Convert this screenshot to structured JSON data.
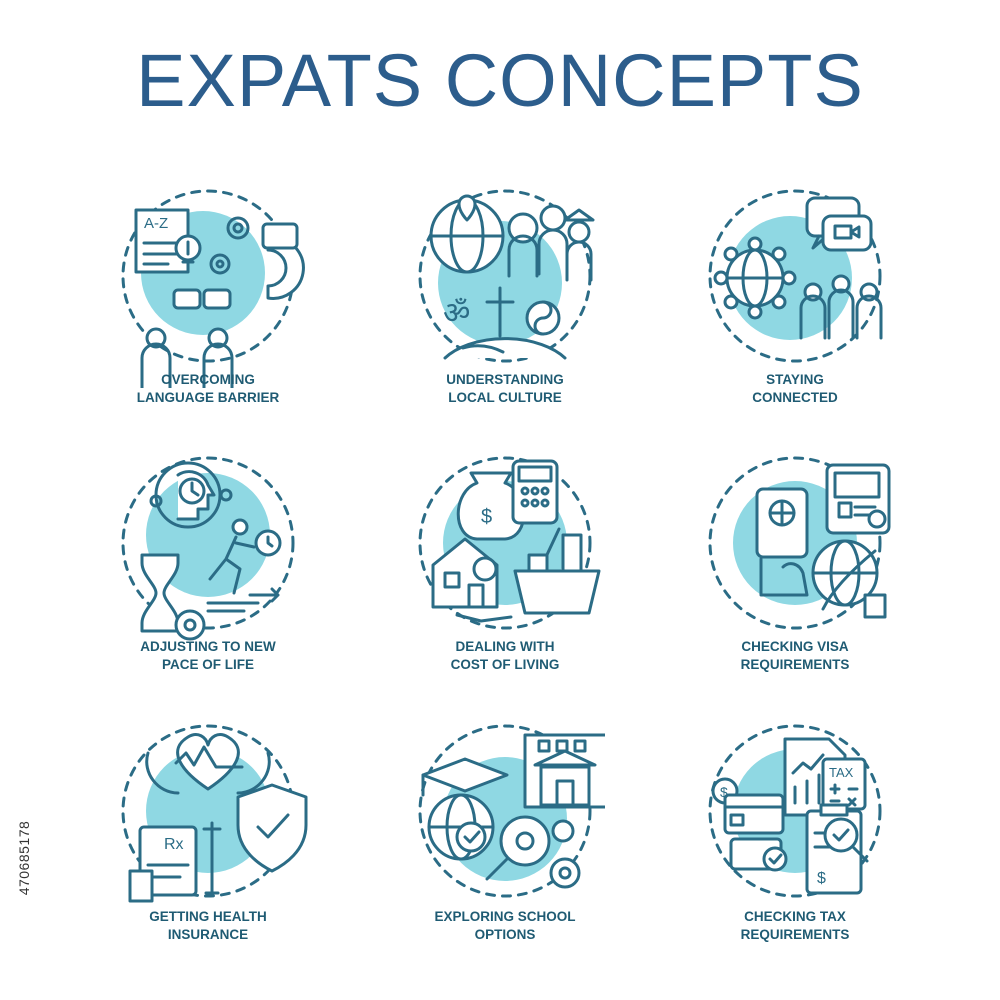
{
  "title": "EXPATS CONCEPTS",
  "colors": {
    "title": "#2c5d8c",
    "stroke": "#2b6c86",
    "accent": "#8fd8e3",
    "caption": "#1f5b73"
  },
  "concepts": [
    {
      "icon": "language-barrier-icon",
      "line1": "OVERCOMING",
      "line2": "LANGUAGE BARRIER",
      "glyph_text": "A-Z"
    },
    {
      "icon": "local-culture-icon",
      "line1": "UNDERSTANDING",
      "line2": "LOCAL CULTURE"
    },
    {
      "icon": "staying-connected-icon",
      "line1": "STAYING",
      "line2": "CONNECTED"
    },
    {
      "icon": "pace-of-life-icon",
      "line1": "ADJUSTING TO NEW",
      "line2": "PACE OF LIFE"
    },
    {
      "icon": "cost-of-living-icon",
      "line1": "DEALING WITH",
      "line2": "COST OF LIVING"
    },
    {
      "icon": "visa-requirements-icon",
      "line1": "CHECKING VISA",
      "line2": "REQUIREMENTS"
    },
    {
      "icon": "health-insurance-icon",
      "line1": "GETTING HEALTH",
      "line2": "INSURANCE"
    },
    {
      "icon": "school-options-icon",
      "line1": "EXPLORING SCHOOL",
      "line2": "OPTIONS"
    },
    {
      "icon": "tax-requirements-icon",
      "line1": "CHECKING TAX",
      "line2": "REQUIREMENTS",
      "glyph_text": "TAX"
    }
  ],
  "stock_id": "470685178"
}
